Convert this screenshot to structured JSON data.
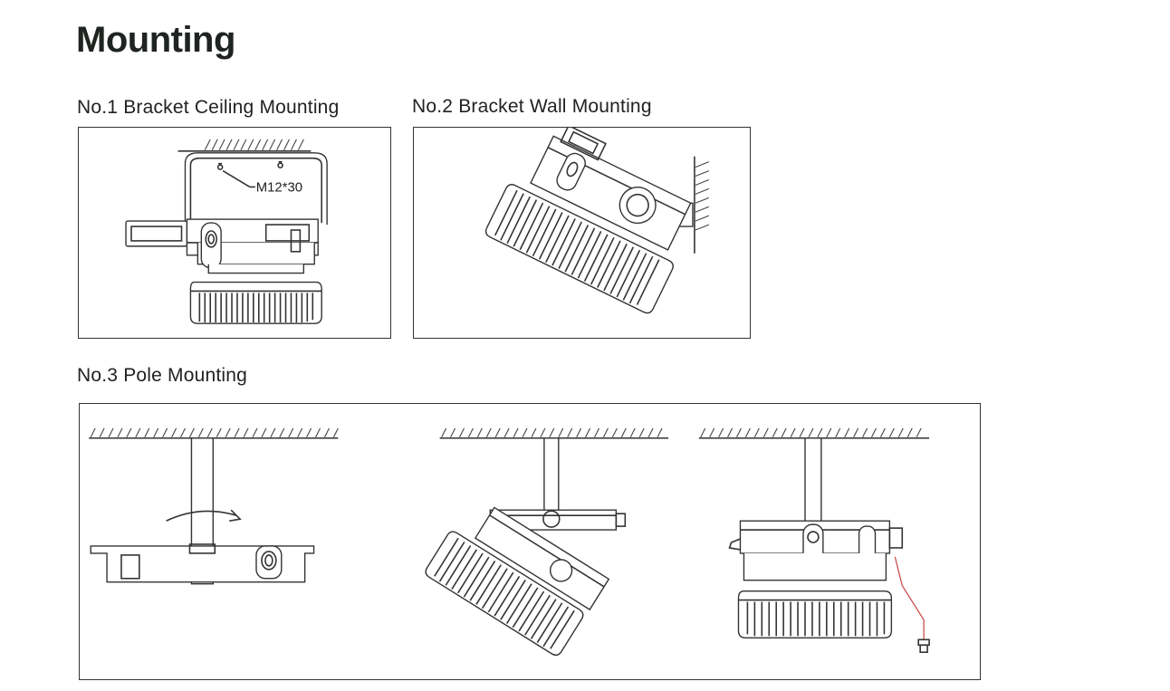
{
  "page": {
    "title": "Mounting"
  },
  "sections": [
    {
      "caption": "No.1 Bracket Ceiling Mounting",
      "callout": "M12*30"
    },
    {
      "caption": "No.2 Bracket Wall Mounting"
    },
    {
      "caption": "No.3 Pole Mounting"
    }
  ]
}
